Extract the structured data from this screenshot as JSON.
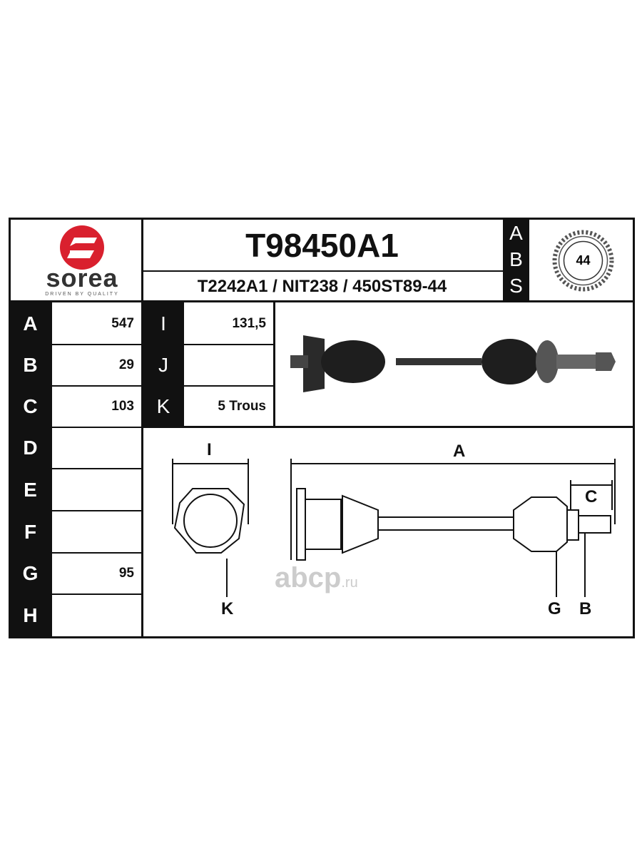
{
  "brand": {
    "name": "sorea",
    "tagline": "DRIVEN BY QUALITY",
    "color": "#d9202e"
  },
  "header": {
    "part_number": "T98450A1",
    "cross_refs": "T2242A1 / NIT238 / 450ST89-44"
  },
  "abs": {
    "letters": [
      "A",
      "B",
      "S"
    ],
    "teeth": "44"
  },
  "specs_left": [
    {
      "key": "A",
      "value": "547"
    },
    {
      "key": "B",
      "value": "29"
    },
    {
      "key": "C",
      "value": "103"
    },
    {
      "key": "D",
      "value": ""
    },
    {
      "key": "E",
      "value": ""
    },
    {
      "key": "F",
      "value": ""
    },
    {
      "key": "G",
      "value": "95"
    },
    {
      "key": "H",
      "value": ""
    }
  ],
  "specs_right": [
    {
      "key": "I",
      "value": "131,5"
    },
    {
      "key": "J",
      "value": ""
    },
    {
      "key": "K",
      "value": "5 Trous"
    }
  ],
  "diagram_labels": {
    "I": "I",
    "K": "K",
    "A": "A",
    "C": "C",
    "G": "G",
    "B": "B"
  },
  "watermark": {
    "text": "abcp",
    "suffix": ".ru"
  }
}
